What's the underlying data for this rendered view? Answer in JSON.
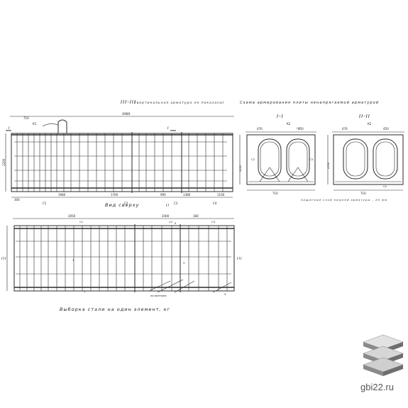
{
  "titles": {
    "section_label": "III-III",
    "section_note": "(вертикальная арматура не показана)",
    "scheme_title": "Схема армирования плиты ненапрягаемой арматурой",
    "top_view": "Вид сверху",
    "steel_table": "Выборка стали на один элемент, кг",
    "cut_1": "I-I",
    "cut_2": "II-II",
    "cut_1_marker": "I",
    "cut_2_marker": "II",
    "cut_3_marker": "III"
  },
  "dimensions": {
    "overall_length": "4980",
    "dim_300": "300",
    "dim_1980": "1980",
    "dim_1760": "1760",
    "dim_990": "990",
    "dim_1380": "1380",
    "dim_1100": "1100",
    "dim_3050": "3050",
    "dim_2400": "2400",
    "dim_476": "476",
    "dim_450": "450",
    "dim_710": "710",
    "dim_1200": "1200",
    "dim_2200": "2200",
    "dim_2150": "2150",
    "dim_180": "180"
  },
  "marks": {
    "c1": "С1",
    "c2": "С2",
    "c3": "С3",
    "c4": "С4",
    "k1": "К1",
    "k2": "К2",
    "r1": "1",
    "r2": "2",
    "r3": "3",
    "r4": "4",
    "r5": "5"
  },
  "notes": {
    "protective_layer": "Защитный слой нижней арматуры - 20 мм",
    "on_mounting": "на монтаже"
  },
  "watermark": {
    "site": "gbi22.ru"
  },
  "colors": {
    "ink": "#2a2a2a",
    "logo_light": "#d8d8d8",
    "logo_dark": "#8a8a8a"
  }
}
